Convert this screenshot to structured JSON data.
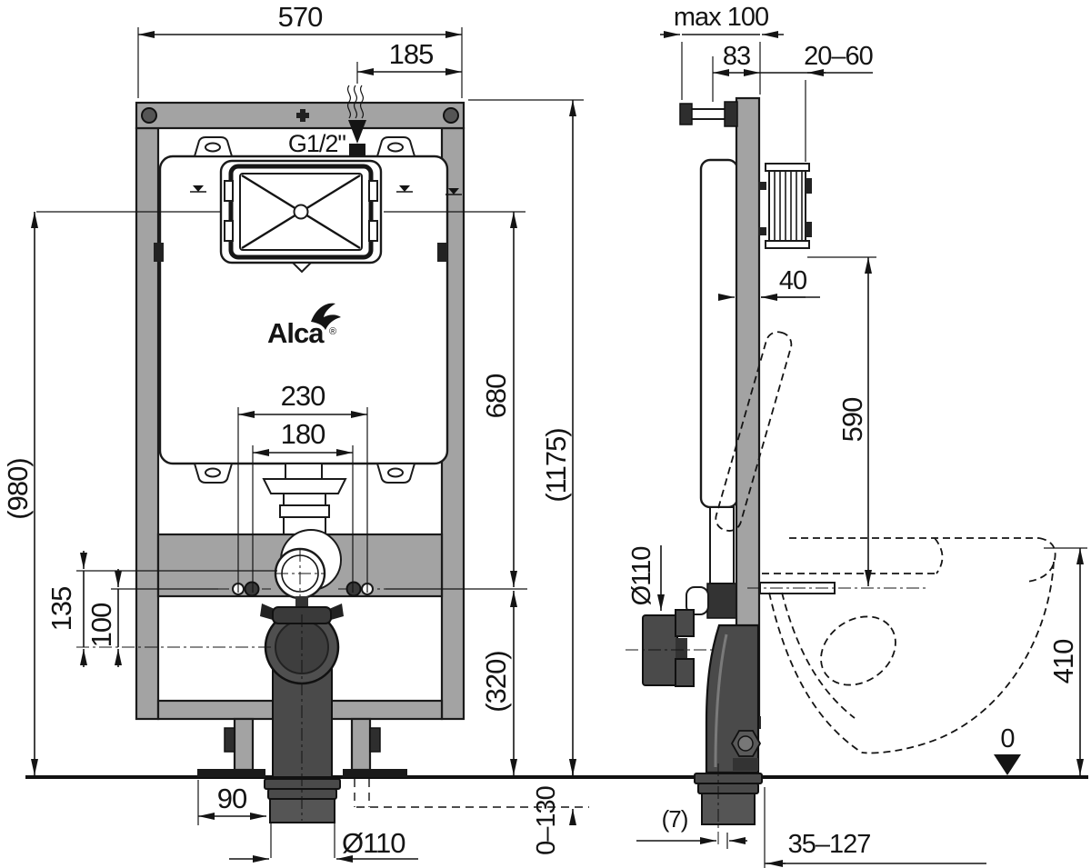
{
  "brand": {
    "name": "Alca",
    "reg": "®"
  },
  "front_view": {
    "frame_width": "570",
    "water_inlet_offset": "185",
    "water_inlet_thread": "G1/2\"",
    "total_height": "(1175)",
    "control_center_height": "(980)",
    "control_to_fixing": "680",
    "fixing_to_floor": "(320)",
    "fixing_span_outer": "230",
    "fixing_span_inner": "180",
    "outlet_center_offset": "135",
    "fixing_line_offset": "100",
    "foot_to_drain": "90",
    "drain_diameter": "Ø110",
    "drain_depth_range": "0–130"
  },
  "side_view": {
    "anchor_max_depth": "max 100",
    "frame_depth": "83",
    "finish_thickness": "20–60",
    "profile_depth": "40",
    "module_height": "590",
    "bowl_height": "410",
    "outlet_diameter": "Ø110",
    "outlet_axis_offset": "(7)",
    "outlet_reach": "35–127",
    "floor_datum": "0"
  }
}
